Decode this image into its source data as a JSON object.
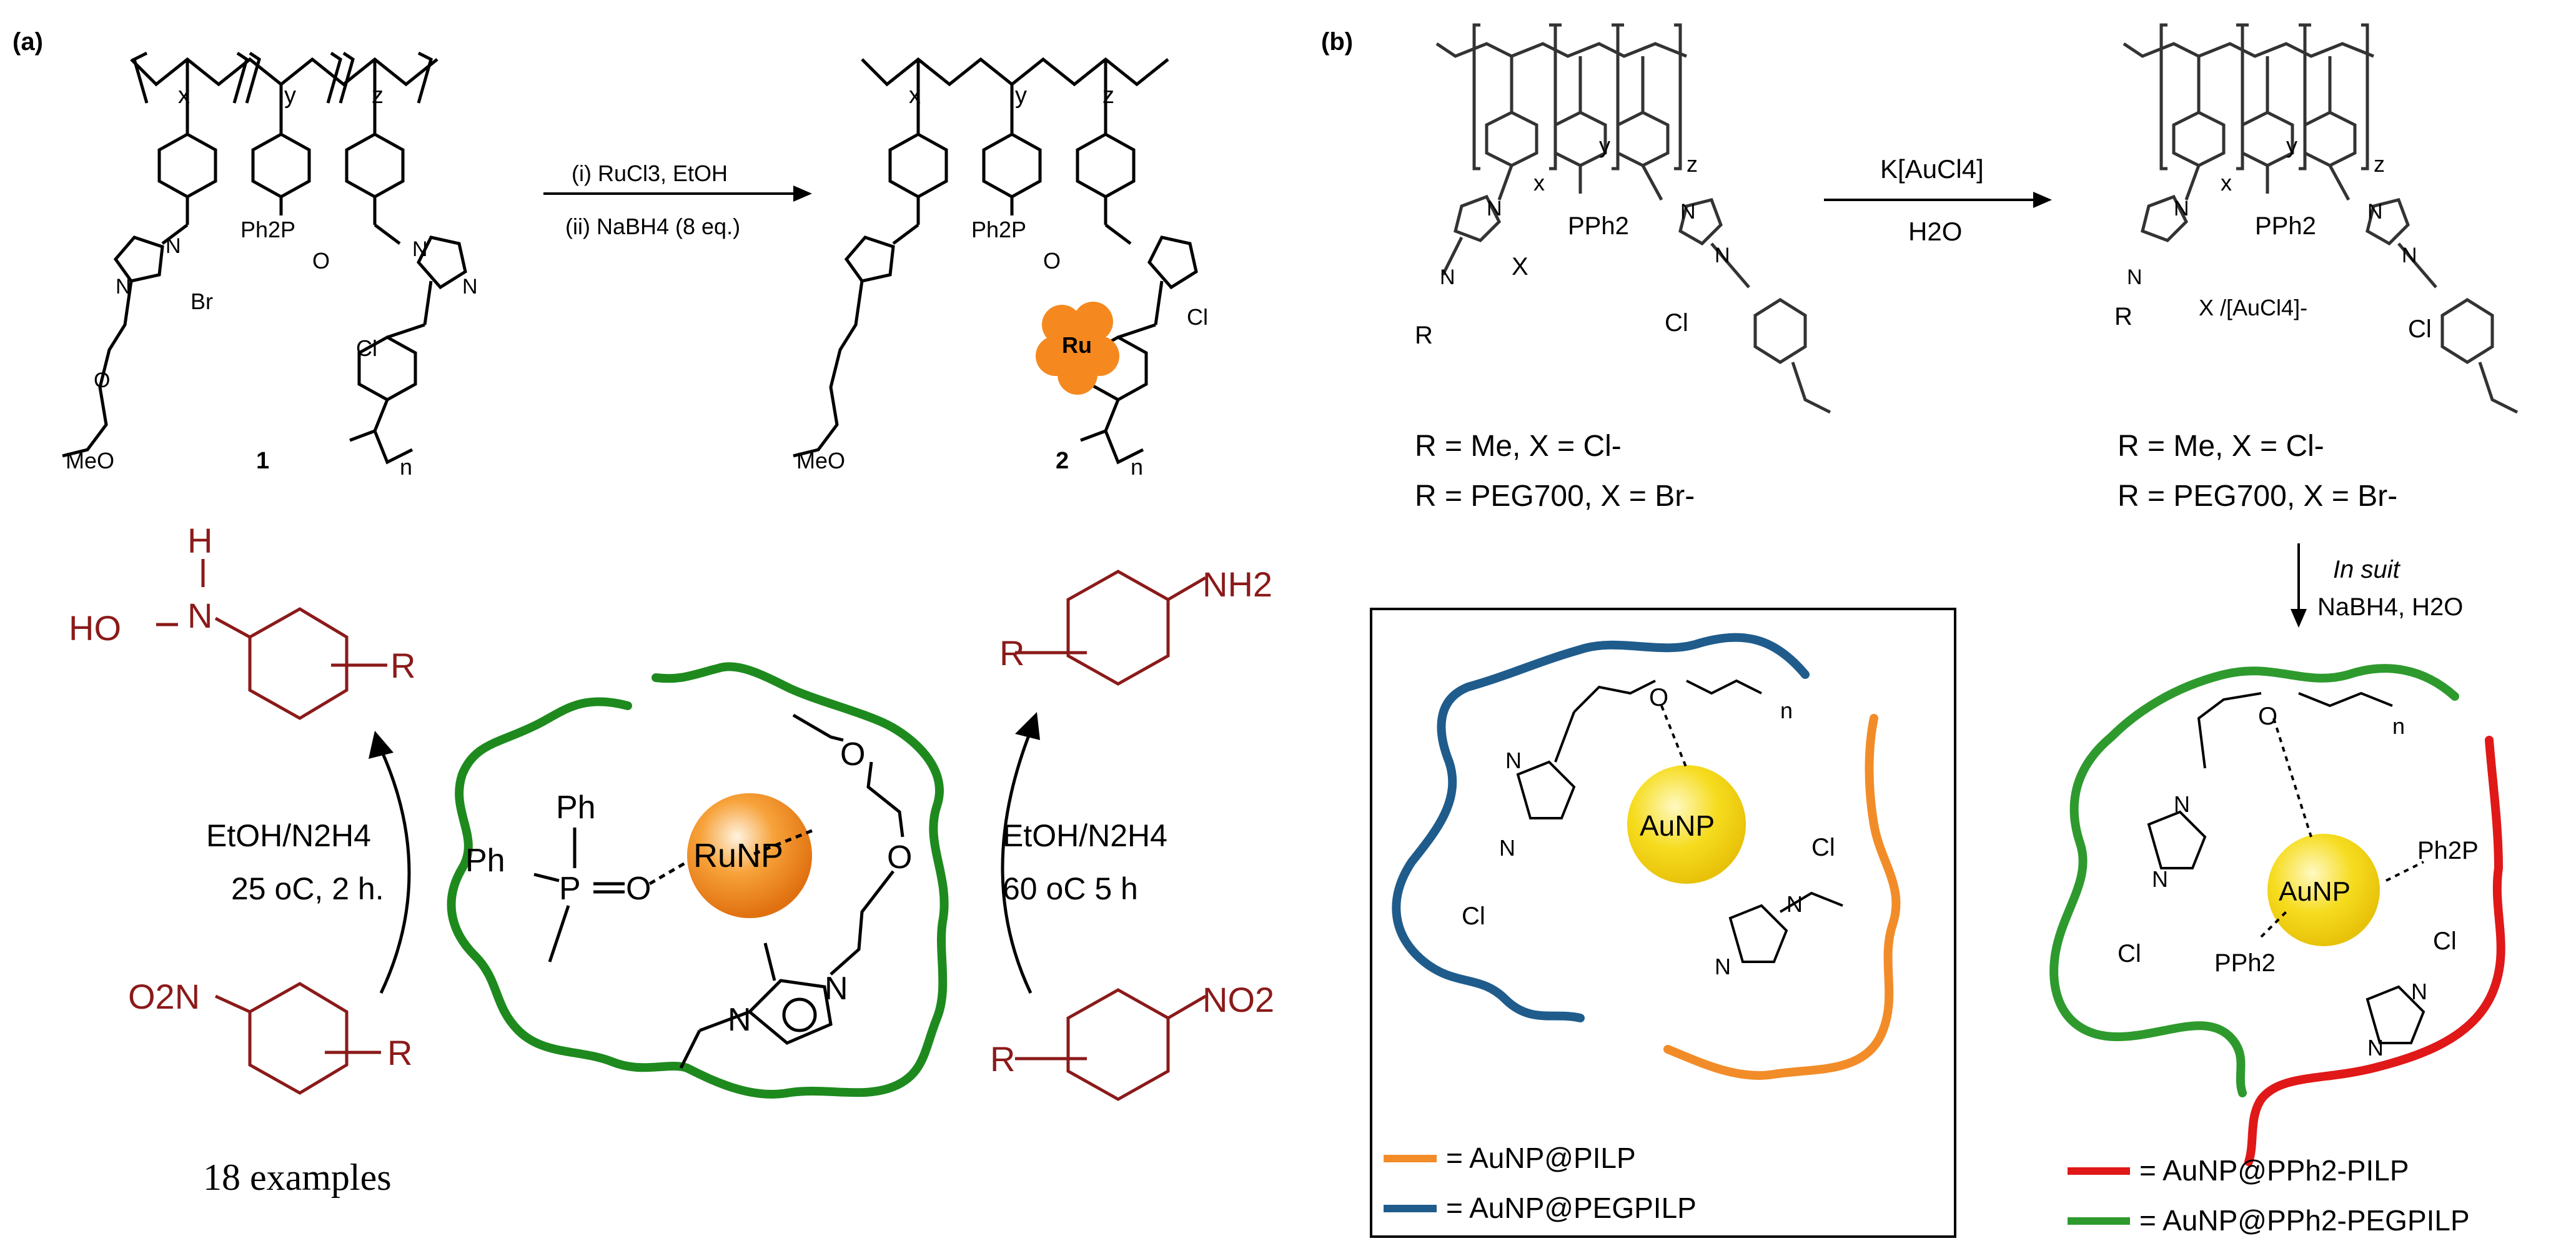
{
  "panel_a": {
    "label": "(a)",
    "top": {
      "x": "x",
      "y": "y",
      "z": "z",
      "n": "n",
      "ph2p": "Ph2P",
      "o_dbl": "O",
      "br": "Br",
      "cl": "Cl",
      "cl2": "Cl",
      "ring_n1": "N",
      "ring_n2": "N",
      "ring_n3": "N",
      "ring_n4": "N",
      "o_chain": "O",
      "meo": "MeO",
      "compound1": "1",
      "compound2": "2",
      "ru": "Ru",
      "reagent1": "(i) RuCl3, EtOH",
      "reagent2": "(ii) NaBH4 (8 eq.)"
    },
    "bottom": {
      "h": "H",
      "n_hydroxyl": "N",
      "ho": "HO",
      "r_hydroxyl": "R",
      "nh2": "NH2",
      "r_aniline": "R",
      "o2n": "O2N",
      "r_nitro_left": "R",
      "no2": "NO2",
      "r_nitro_right": "R",
      "cond_left_1": "EtOH/N2H4",
      "cond_left_2": "25 oC, 2 h.",
      "cond_right_1": "EtOH/N2H4",
      "cond_right_2": "60 oC 5 h",
      "ph_top": "Ph",
      "ph_left": "Ph",
      "p_label": "P",
      "o_label": "O",
      "ru_np": "RuNP",
      "o_peg1": "O",
      "o_peg2": "O",
      "n_im1": "N",
      "n_im2": "N",
      "examples": "18 examples"
    }
  },
  "panel_b": {
    "label": "(b)",
    "left_structure": {
      "x": "x",
      "y": "y",
      "z": "z",
      "pph2": "PPh2",
      "r": "R",
      "x_anion": "X",
      "cl": "Cl",
      "n1": "N",
      "n2": "N",
      "n3": "N",
      "n4": "N",
      "def1": "R = Me, X = Cl-",
      "def2": "R = PEG700, X = Br-"
    },
    "reagent_top": "K[AuCl4]",
    "reagent_bottom": "H2O",
    "right_structure": {
      "x": "x",
      "y": "y",
      "z": "z",
      "pph2": "PPh2",
      "r": "R",
      "anion": "X /[AuCl4]-",
      "cl": "Cl",
      "n1": "N",
      "n2": "N",
      "n3": "N",
      "n4": "N",
      "def1": "R = Me, X = Cl-",
      "def2": "R = PEG700, X = Br-"
    },
    "in_situ": "In suit",
    "in_situ_reagent": "NaBH4, H2O",
    "box": {
      "aunp": "AuNP",
      "o": "O",
      "n_sub": "n",
      "cl_left": "Cl",
      "cl_right": "Cl",
      "n1": "N",
      "n2": "N",
      "n3": "N",
      "n4": "N",
      "legend": [
        {
          "label": "= AuNP@PILP",
          "color": "#f28c28"
        },
        {
          "label": "= AuNP@PEGPILP",
          "color": "#1f5c8c"
        }
      ]
    },
    "right_np": {
      "aunp": "AuNP",
      "o": "O",
      "n_sub": "n",
      "ph2p": "Ph2P",
      "pph2": "PPh2",
      "cl_left": "Cl",
      "cl_right": "Cl",
      "n1": "N",
      "n2": "N",
      "n3": "N",
      "n4": "N",
      "legend": [
        {
          "label": "= AuNP@PPh2-PILP",
          "color": "#e01818"
        },
        {
          "label": "= AuNP@PPh2-PEGPILP",
          "color": "#2e9a2e"
        }
      ]
    }
  },
  "colors": {
    "molecule_red": "#8b1a1a",
    "green_chain": "#1e8a1e",
    "ru_orange": "#f5891f",
    "gold": "#f2d21b"
  }
}
